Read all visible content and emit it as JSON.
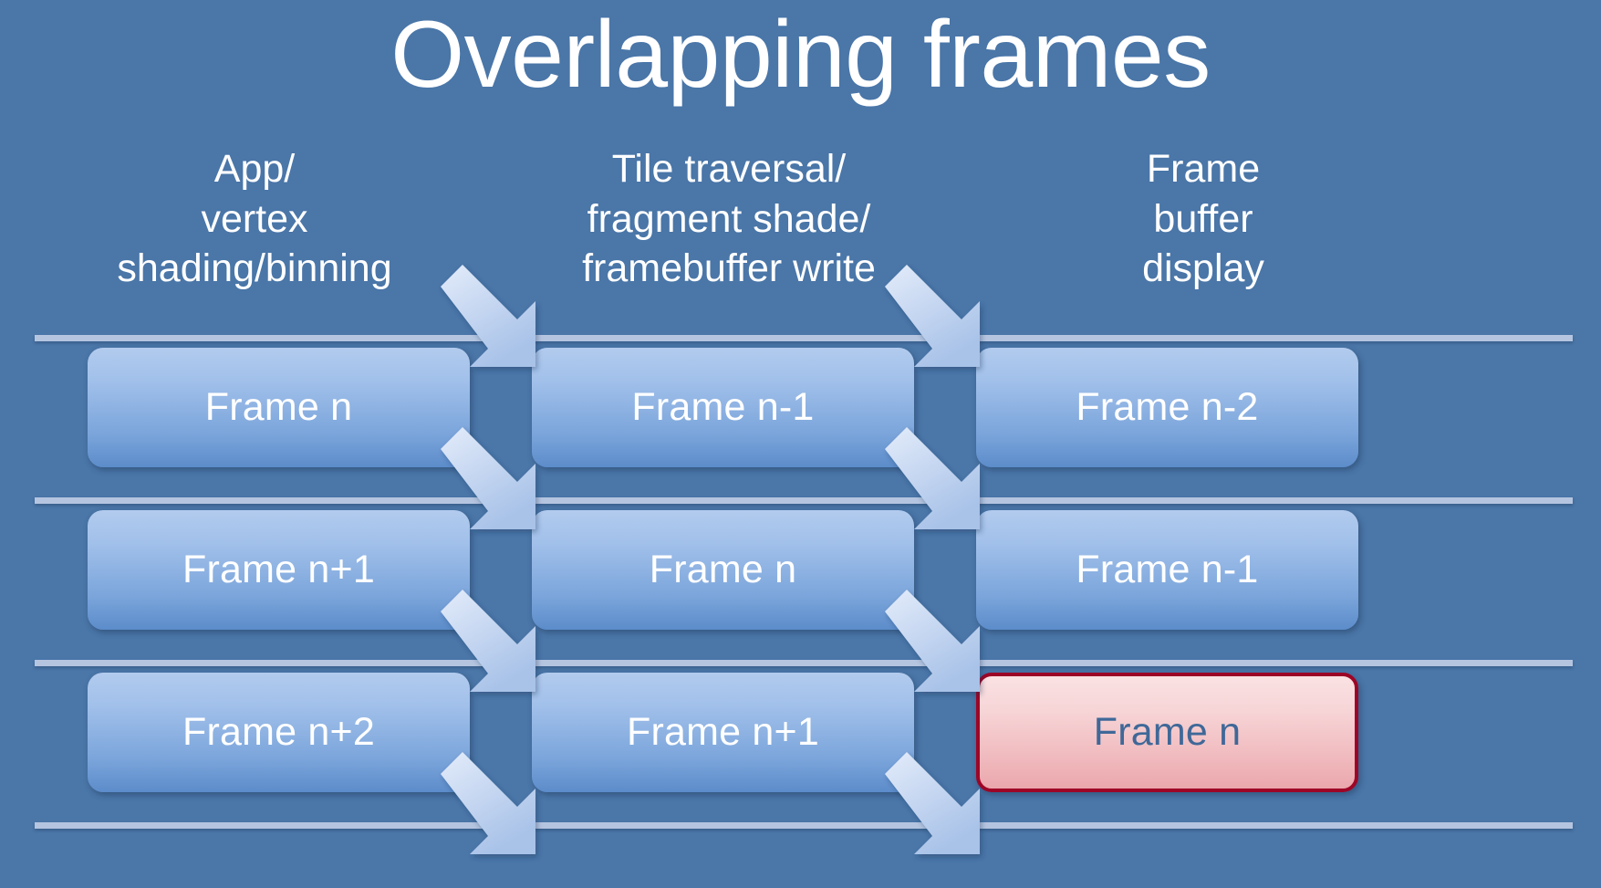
{
  "slide": {
    "title": "Overlapping frames",
    "background_color": "#4a76a8",
    "title_color": "#ffffff"
  },
  "columns": [
    {
      "id": "app-vertex",
      "label": "App/\nvertex\nshading/binning"
    },
    {
      "id": "tile-fragment",
      "label": "Tile traversal/\nfragment shade/\nframebuffer write"
    },
    {
      "id": "frame-buffer-display",
      "label": "Frame\nbuffer\ndisplay"
    }
  ],
  "rows": [
    {
      "id": "row-1",
      "cells": [
        {
          "label": "Frame n",
          "highlight": false
        },
        {
          "label": "Frame n-1",
          "highlight": false
        },
        {
          "label": "Frame n-2",
          "highlight": false
        }
      ]
    },
    {
      "id": "row-2",
      "cells": [
        {
          "label": "Frame n+1",
          "highlight": false
        },
        {
          "label": "Frame n",
          "highlight": false
        },
        {
          "label": "Frame n-1",
          "highlight": false
        }
      ]
    },
    {
      "id": "row-3",
      "cells": [
        {
          "label": "Frame n+2",
          "highlight": false
        },
        {
          "label": "Frame n+1",
          "highlight": false
        },
        {
          "label": "Frame n",
          "highlight": true
        }
      ]
    }
  ],
  "colors": {
    "background": "#4a76a8",
    "divider": "#b5c5e0",
    "box_gradient_top": "#b2cbee",
    "box_gradient_bottom": "#5c8cca",
    "box_text": "#ffffff",
    "highlight_border": "#9d0526",
    "highlight_gradient_top": "#fae2e3",
    "highlight_gradient_bottom": "#eaa7ac",
    "highlight_text": "#3f6898",
    "arrow_fill": "#c6d7f0"
  },
  "dividers": [
    {
      "id": "divider-1"
    },
    {
      "id": "divider-2"
    },
    {
      "id": "divider-3"
    },
    {
      "id": "divider-4"
    }
  ],
  "arrows": [
    {
      "id": "arrow-r1-c1-c2",
      "from": "app-vertex",
      "to": "tile-fragment"
    },
    {
      "id": "arrow-r1-c2-c3",
      "from": "tile-fragment",
      "to": "frame-buffer-display"
    },
    {
      "id": "arrow-r2-c1-c2",
      "from": "app-vertex",
      "to": "tile-fragment"
    },
    {
      "id": "arrow-r2-c2-c3",
      "from": "tile-fragment",
      "to": "frame-buffer-display"
    },
    {
      "id": "arrow-r3-c1-c2",
      "from": "app-vertex",
      "to": "tile-fragment"
    },
    {
      "id": "arrow-r3-c2-c3",
      "from": "tile-fragment",
      "to": "frame-buffer-display"
    },
    {
      "id": "arrow-r4-c1-c2",
      "from": "app-vertex",
      "to": "tile-fragment"
    },
    {
      "id": "arrow-r4-c2-c3",
      "from": "tile-fragment",
      "to": "frame-buffer-display"
    }
  ]
}
